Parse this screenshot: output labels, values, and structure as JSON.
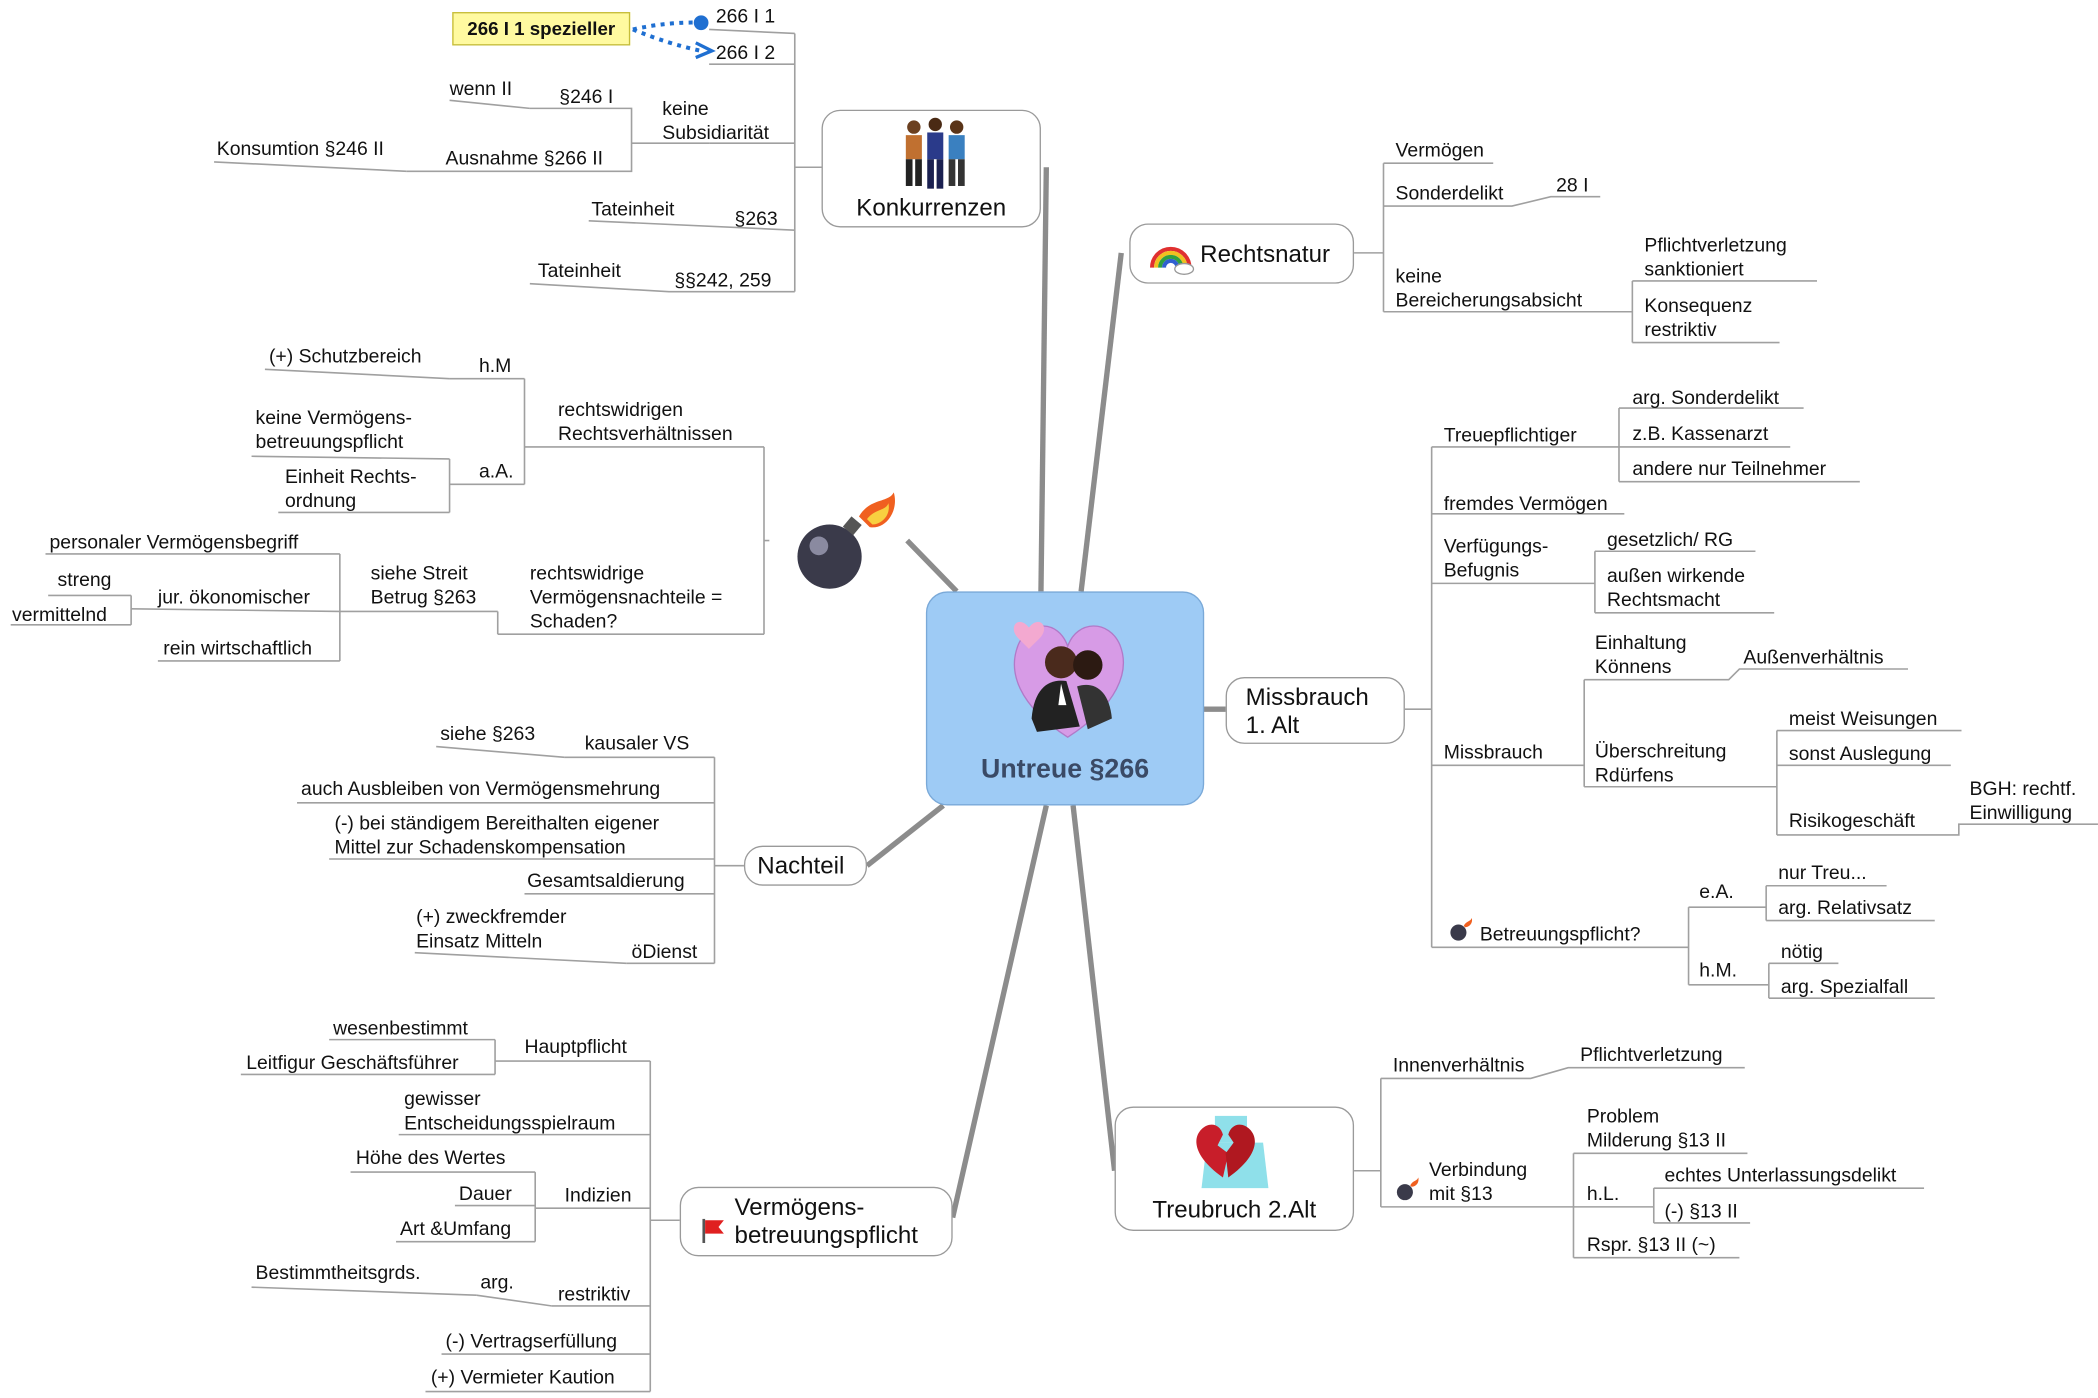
{
  "center": {
    "title": "Untreue §266"
  },
  "konkurrenzen": {
    "label": "Konkurrenzen",
    "note": "266 I 1 spezieller",
    "items": [
      "266 I 1",
      "266 I 2",
      "keine\nSubsidiarität",
      "§246 I",
      "wenn II",
      "Ausnahme §266 II",
      "Konsumtion §246 II",
      "§263",
      "Tateinheit",
      "§§242, 259",
      "Tateinheit"
    ]
  },
  "rechtsnatur": {
    "label": "Rechtsnatur",
    "items": [
      "Vermögen",
      "Sonderdelikt",
      "28 I",
      "keine\nBereicherungsabsicht",
      "Pflichtverletzung\nsanktioniert",
      "Konsequenz\nrestriktiv"
    ]
  },
  "bomb_branch": {
    "items": [
      "rechtswidrigen\nRechtsverhältnissen",
      "h.M",
      "(+) Schutzbereich",
      "a.A.",
      "keine Vermögens-\nbetreuungspflicht",
      "Einheit Rechts-\nordnung",
      "rechtswidrige\nVermögensnachteile =\nSchaden?",
      "siehe Streit\nBetrug §263",
      "personaler Vermögensbegriff",
      "jur. ökonomischer",
      "streng",
      "vermittelnd",
      "rein wirtschaftlich"
    ]
  },
  "missbrauch": {
    "label": "Missbrauch\n1. Alt",
    "items": [
      "Treuepflichtiger",
      "arg. Sonderdelikt",
      "z.B. Kassenarzt",
      "andere nur Teilnehmer",
      "fremdes Vermögen",
      "Verfügungs-\nBefugnis",
      "gesetzlich/ RG",
      "außen wirkende\nRechtsmacht",
      "Missbrauch",
      "Einhaltung\nKönnens",
      "Außenverhältnis",
      "Überschreitung\nRdürfens",
      "meist Weisungen",
      "sonst Auslegung",
      "Risikogeschäft",
      "BGH: rechtf.\nEinwilligung",
      "Betreuungspflicht?",
      "e.A.",
      "nur Treu...",
      "arg. Relativsatz",
      "h.M.",
      "nötig",
      "arg. Spezialfall"
    ]
  },
  "nachteil": {
    "label": "Nachteil",
    "items": [
      "kausaler VS",
      "siehe §263",
      "auch Ausbleiben von Vermögensmehrung",
      "(-) bei ständigem Bereithalten eigener\nMittel zur Schadenskompensation",
      "Gesamtsaldierung",
      "öDienst",
      "(+) zweckfremder\nEinsatz Mitteln"
    ]
  },
  "vbp": {
    "label": "Vermögens-\nbetreuungspflicht",
    "items": [
      "Hauptpflicht",
      "wesenbestimmt",
      "Leitfigur Geschäftsführer",
      "gewisser\nEntscheidungsspielraum",
      "Indizien",
      "Höhe des Wertes",
      "Dauer",
      "Art &Umfang",
      "restriktiv",
      "arg.",
      "Bestimmtheitsgrds.",
      "(-) Vertragserfüllung",
      "(+) Vermieter Kaution"
    ]
  },
  "treubruch": {
    "label": "Treubruch 2.Alt",
    "items": [
      "Innenverhältnis",
      "Pflichtverletzung",
      "Verbindung\nmit §13",
      "Problem\nMilderung §13 II",
      "h.L.",
      "echtes Unterlassungsdelikt",
      "(-) §13 II",
      "Rspr. §13 II (~)"
    ]
  },
  "colors": {
    "center_fill": "#9ecbf5",
    "note_fill": "#fffaa0",
    "connector": "#1f6fd1",
    "branch": "#8c8c8c"
  },
  "icons": [
    "lovers-icon",
    "people-icon",
    "rainbow-icon",
    "bomb-icon",
    "broken-heart-icon",
    "flag-icon"
  ]
}
